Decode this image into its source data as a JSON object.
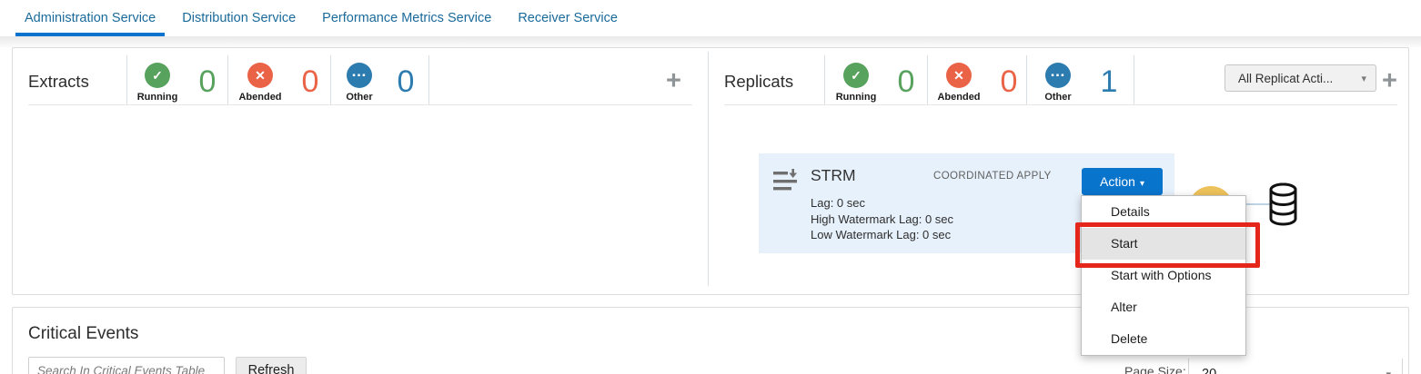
{
  "tabs": {
    "items": [
      {
        "label": "Administration Service"
      },
      {
        "label": "Distribution Service"
      },
      {
        "label": "Performance Metrics Service"
      },
      {
        "label": "Receiver Service"
      }
    ]
  },
  "extracts": {
    "title": "Extracts",
    "statuses": [
      {
        "label": "Running",
        "count": "0"
      },
      {
        "label": "Abended",
        "count": "0"
      },
      {
        "label": "Other",
        "count": "0"
      }
    ]
  },
  "replicats": {
    "title": "Replicats",
    "statuses": [
      {
        "label": "Running",
        "count": "0"
      },
      {
        "label": "Abended",
        "count": "0"
      },
      {
        "label": "Other",
        "count": "1"
      }
    ],
    "actions_dropdown_label": "All Replicat Acti..."
  },
  "replicat_card": {
    "name": "STRM",
    "mode": "COORDINATED APPLY",
    "action_button": "Action",
    "lag": "Lag: 0 sec",
    "high_watermark": "High Watermark Lag: 0 sec",
    "low_watermark": "Low Watermark Lag: 0 sec"
  },
  "action_menu": {
    "items": [
      {
        "label": "Details"
      },
      {
        "label": "Start",
        "highlighted": true
      },
      {
        "label": "Start with Options"
      },
      {
        "label": "Alter"
      },
      {
        "label": "Delete"
      }
    ]
  },
  "critical_events": {
    "title": "Critical Events",
    "search_placeholder": "Search In Critical Events Table",
    "refresh_button": "Refresh",
    "page_size_label": "Page Size:",
    "page_size_value": "20"
  },
  "icons": {
    "running": "✓",
    "abended": "✕",
    "other": "…",
    "add": "+",
    "caret": "▾"
  },
  "colors": {
    "accent_blue": "#0572ce",
    "success_green": "#57a25d",
    "error_orange": "#eb6347",
    "info_blue": "#2d7cb0",
    "annotation_red": "#e5271b",
    "card_bg": "#e7f1fb"
  }
}
